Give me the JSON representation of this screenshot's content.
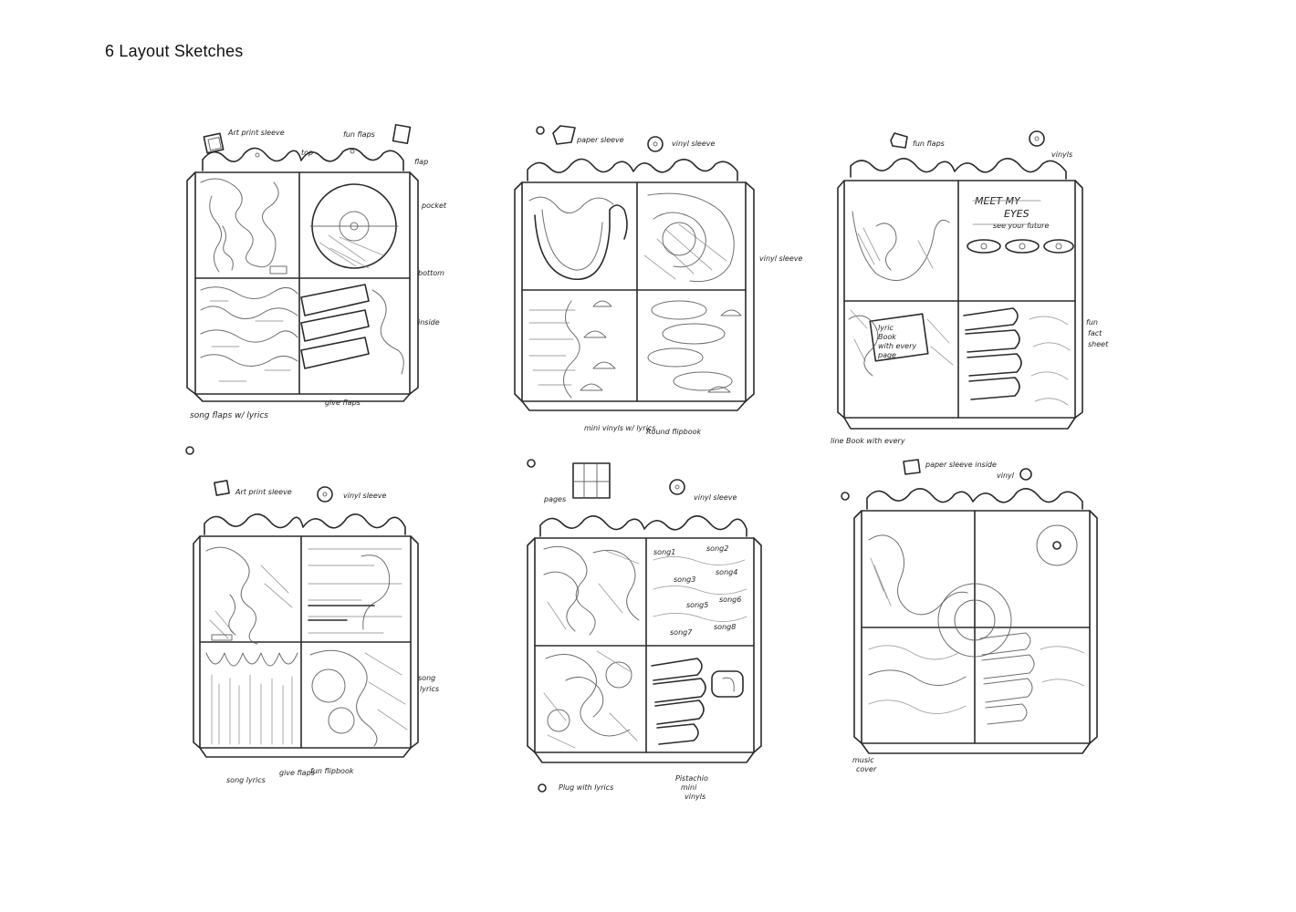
{
  "title": "6 Layout Sketches",
  "sketches": [
    {
      "marker": "",
      "notes": {
        "top_left": "Art print sleeve",
        "top_mid": "fun flaps",
        "top_right": "",
        "top": "top",
        "right1": "flap",
        "right2": "pocket",
        "right3": "bottom",
        "right4": "inside",
        "bottom_left": "song flaps w/ lyrics",
        "bottom_right": "give flaps"
      }
    },
    {
      "marker": "",
      "notes": {
        "top_left": "paper sleeve",
        "top_mid": "vinyl sleeve",
        "right1": "vinyl sleeve",
        "bottom_left": "mini vinyls w/ lyrics",
        "bottom_right": "Round flipbook"
      }
    },
    {
      "marker": "",
      "notes": {
        "top_left": "fun flaps",
        "top_mid": "vinyls",
        "panel_text_1": "MEET MY",
        "panel_text_2": "EYES",
        "panel_text_3": "see your future",
        "lyric_book_1": "lyric",
        "lyric_book_2": "Book",
        "lyric_book_3": "with every",
        "lyric_book_4": "page",
        "right1": "fun",
        "right2": "fact",
        "right3": "sheet",
        "bottom_left": "line Book with every"
      }
    },
    {
      "marker": "",
      "notes": {
        "top_left": "Art print sleeve",
        "top_mid": "vinyl sleeve",
        "right1": "song",
        "right2": "lyrics",
        "bottom_left": "song lyrics",
        "bottom_mid": "give flaps",
        "bottom_right": "fun flipbook"
      }
    },
    {
      "marker": "",
      "notes": {
        "top_left": "pages",
        "top_mid": "vinyl sleeve",
        "songs_1": "song1",
        "songs_2": "song2",
        "songs_3": "song3",
        "songs_4": "song4",
        "songs_5": "song5",
        "songs_6": "song6",
        "songs_7": "song7",
        "songs_8": "song8",
        "bottom_left": "Plug with lyrics",
        "bottom_right_1": "Pistachio",
        "bottom_right_2": "mini",
        "bottom_right_3": "vinyls"
      }
    },
    {
      "marker": "",
      "notes": {
        "top_left": "paper sleeve inside",
        "top_mid": "vinyl",
        "bottom_left_1": "music",
        "bottom_left_2": "cover"
      }
    }
  ]
}
